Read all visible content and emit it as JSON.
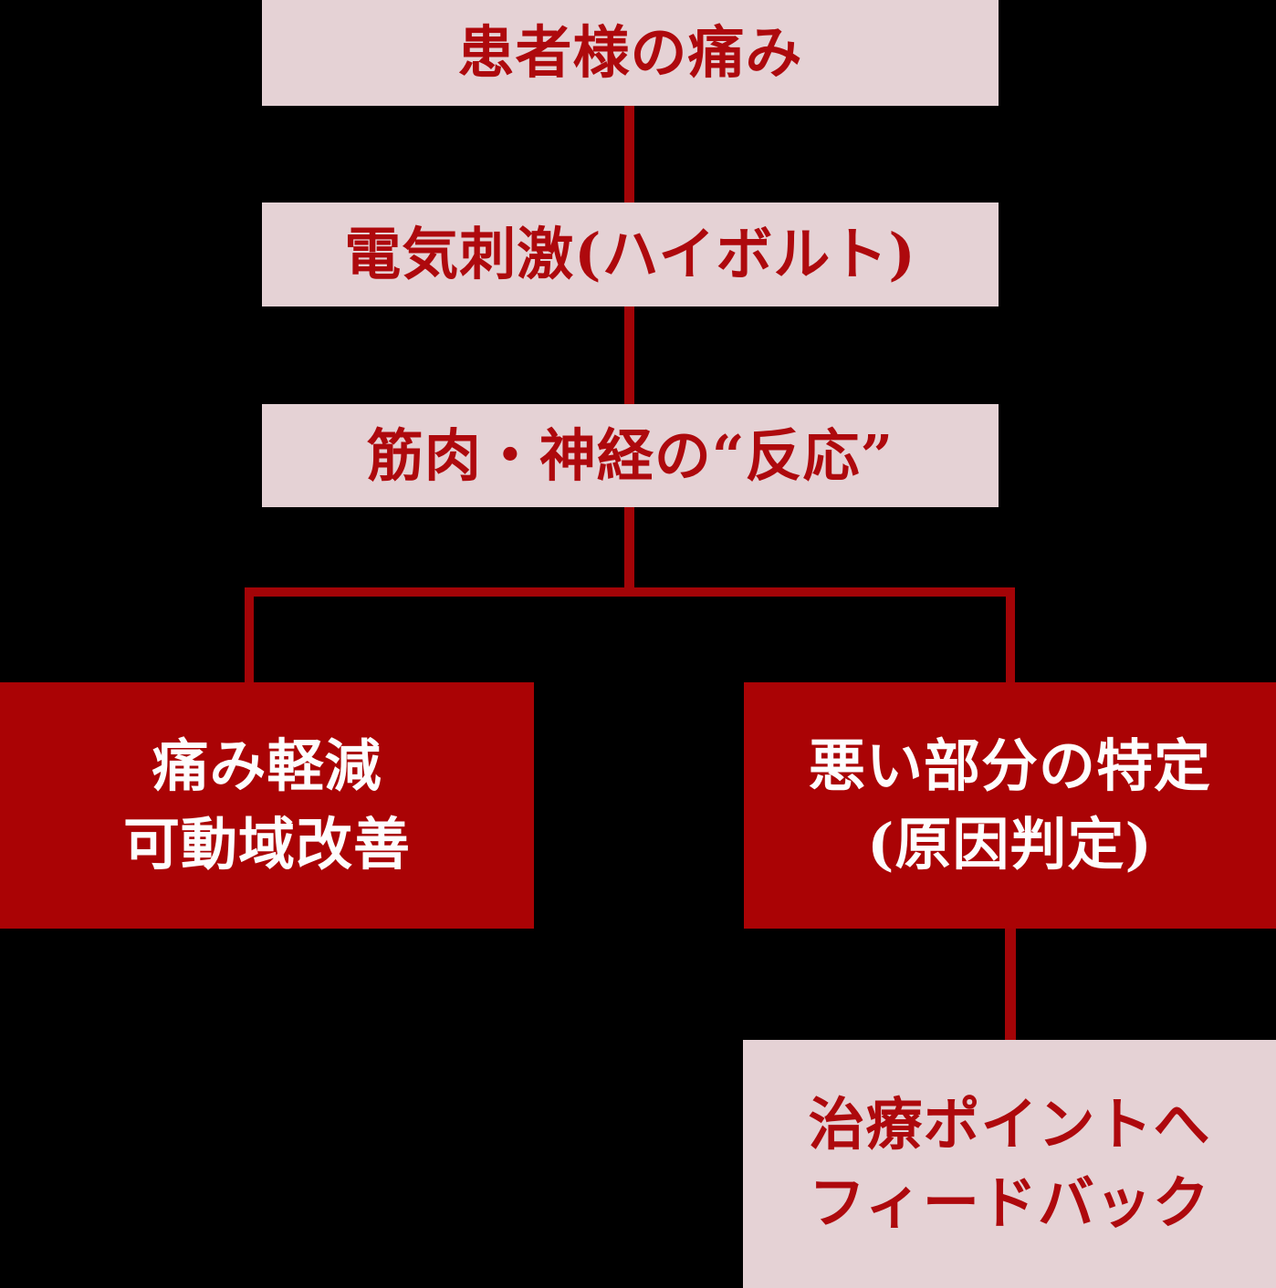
{
  "colors": {
    "background": "#000000",
    "light_box_bg": "#e5d2d5",
    "dark_box_bg": "#aa0305",
    "connector": "#a30407",
    "dark_text": "#ae090d",
    "light_text": "#fdfdfd"
  },
  "nodes": [
    {
      "id": "patient-pain",
      "style": "light",
      "label": "患者様の痛み"
    },
    {
      "id": "electric-stimulation",
      "style": "light",
      "label": "電気刺激(ハイボルト)"
    },
    {
      "id": "muscle-nerve-response",
      "style": "light",
      "label": "筋肉・神経の“反応”"
    },
    {
      "id": "pain-relief",
      "style": "dark",
      "lines": [
        "痛み軽減",
        "可動域改善"
      ]
    },
    {
      "id": "bad-part-identification",
      "style": "dark",
      "lines": [
        "悪い部分の特定",
        "(原因判定)"
      ]
    },
    {
      "id": "treatment-feedback",
      "style": "light",
      "lines": [
        "治療ポイントへ",
        "フィードバック"
      ]
    }
  ]
}
